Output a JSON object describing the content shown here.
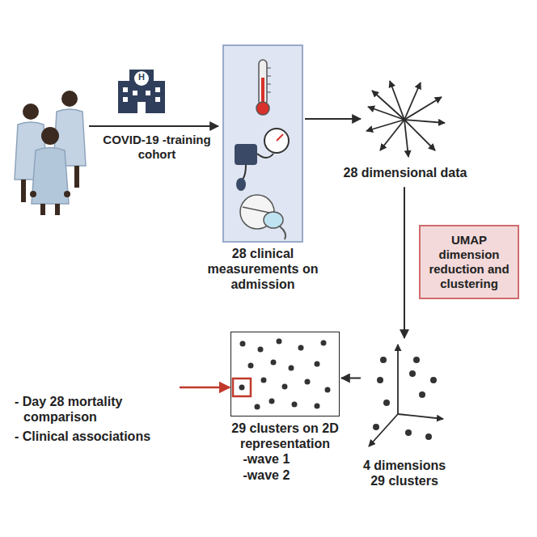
{
  "diagram": {
    "nodes": [
      {
        "text": [
          "28 clinical measurements on admission"
        ]
      },
      {
        "text": [
          "28 dimensional data"
        ]
      },
      {
        "text": [
          "UMAP dimension reduction and clustering"
        ]
      },
      {
        "text": [
          "4 dimensions 29 clusters"
        ]
      },
      {
        "text": [
          "29 clusters on 2D representation",
          "-wave 1",
          "-wave 2"
        ]
      }
    ],
    "edges": [
      {
        "from": 0,
        "to": 1,
        "arrow": "to"
      },
      {
        "from": 1,
        "to": 3,
        "arrow": "to"
      },
      {
        "from": 3,
        "to": 4,
        "arrow": "to"
      }
    ],
    "labels": [
      "H",
      "COVID-19 -training cohort",
      "- Day 28 mortality comparison",
      "- Clinical associations"
    ]
  }
}
